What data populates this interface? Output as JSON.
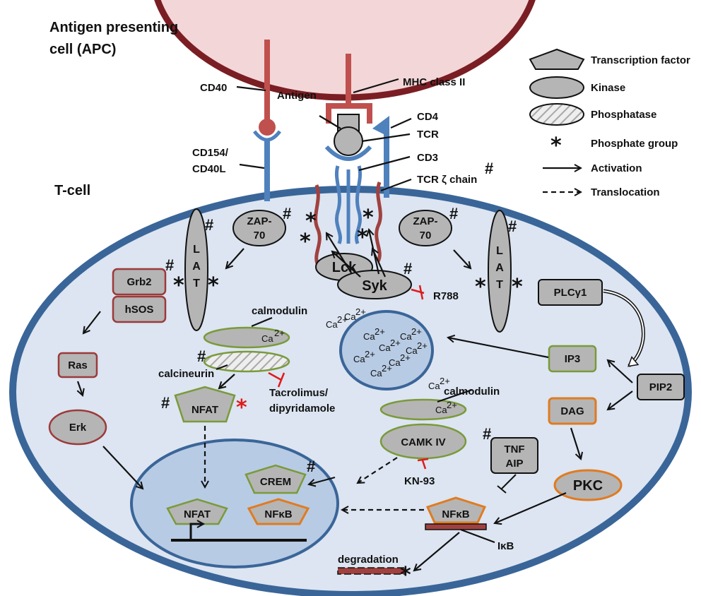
{
  "labels": {
    "apc": [
      "Antigen presenting",
      "cell (APC)"
    ],
    "tcell": "T-cell",
    "cd40": "CD40",
    "antigen": "Antigen",
    "mhc": "MHC class II",
    "cd4": "CD4",
    "tcr": "TCR",
    "cd3": "CD3",
    "tcr_zeta": "TCR ζ chain",
    "cd154": [
      "CD154/",
      "CD40L"
    ],
    "zap70": [
      "ZAP-",
      "70"
    ],
    "lat": [
      "L",
      "A",
      "T"
    ],
    "lck": "Lck",
    "syk": "Syk",
    "r788": "R788",
    "grb2": "Grb2",
    "hsos": "hSOS",
    "ras": "Ras",
    "erk": "Erk",
    "calmodulin": "calmodulin",
    "calcineurin": "calcineurin",
    "ca2": "Ca",
    "ca_sup": "2+",
    "tacrolimus": [
      "Tacrolimus/",
      "dipyridamole"
    ],
    "nfat": "NFAT",
    "plcg1": "PLCγ1",
    "ip3": "IP3",
    "pip2": "PIP2",
    "dag": "DAG",
    "pkc": "PKC",
    "camk4": "CAMK IV",
    "kn93": "KN-93",
    "tnfaip": [
      "TNF",
      "AIP"
    ],
    "crem": "CREM",
    "nfkb": "NFκB",
    "ikb": "IκB",
    "degradation": "degradation",
    "star": "*",
    "hash": "#"
  },
  "legend": {
    "items": [
      {
        "label": "Transcription factor"
      },
      {
        "label": "Kinase"
      },
      {
        "label": "Phosphatase"
      },
      {
        "label": "Phosphate group"
      },
      {
        "label": "Activation"
      },
      {
        "label": "Translocation"
      }
    ]
  },
  "colors": {
    "apc_fill": "#f3d6d8",
    "apc_border": "#7a1e24",
    "cell_fill": "#dce5f1",
    "cell_border": "#3a6598",
    "nucleus_fill": "#b8cbe4",
    "nucleus_border": "#3a6598",
    "er_fill": "#b8cbe4",
    "red_receptor": "#c0504d",
    "blue_receptor": "#4f81bd",
    "zeta_chain": "#a0413f",
    "grey_protein": "#b5b5b5",
    "green_border": "#7a9a3a",
    "orange_border": "#e07b20",
    "inhibitor": "#e01b1b"
  }
}
